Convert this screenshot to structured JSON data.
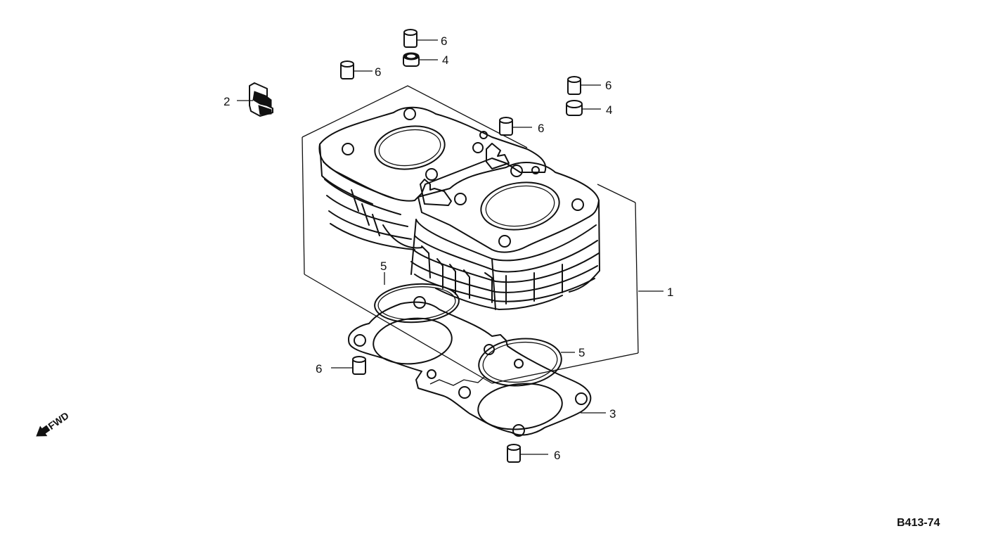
{
  "callouts": {
    "cylinder": "1",
    "clip": "2",
    "gasket": "3",
    "seal_right": "4",
    "seal_top": "4",
    "o_ring_upper": "5",
    "o_ring_lower": "5",
    "dowel_top": "6",
    "dowel_upper_left": "6",
    "dowel_upper_right": "6",
    "dowel_center": "6",
    "dowel_left": "6",
    "dowel_bottom": "6"
  },
  "direction_label": "FWD",
  "diagram_code": "B413-74"
}
